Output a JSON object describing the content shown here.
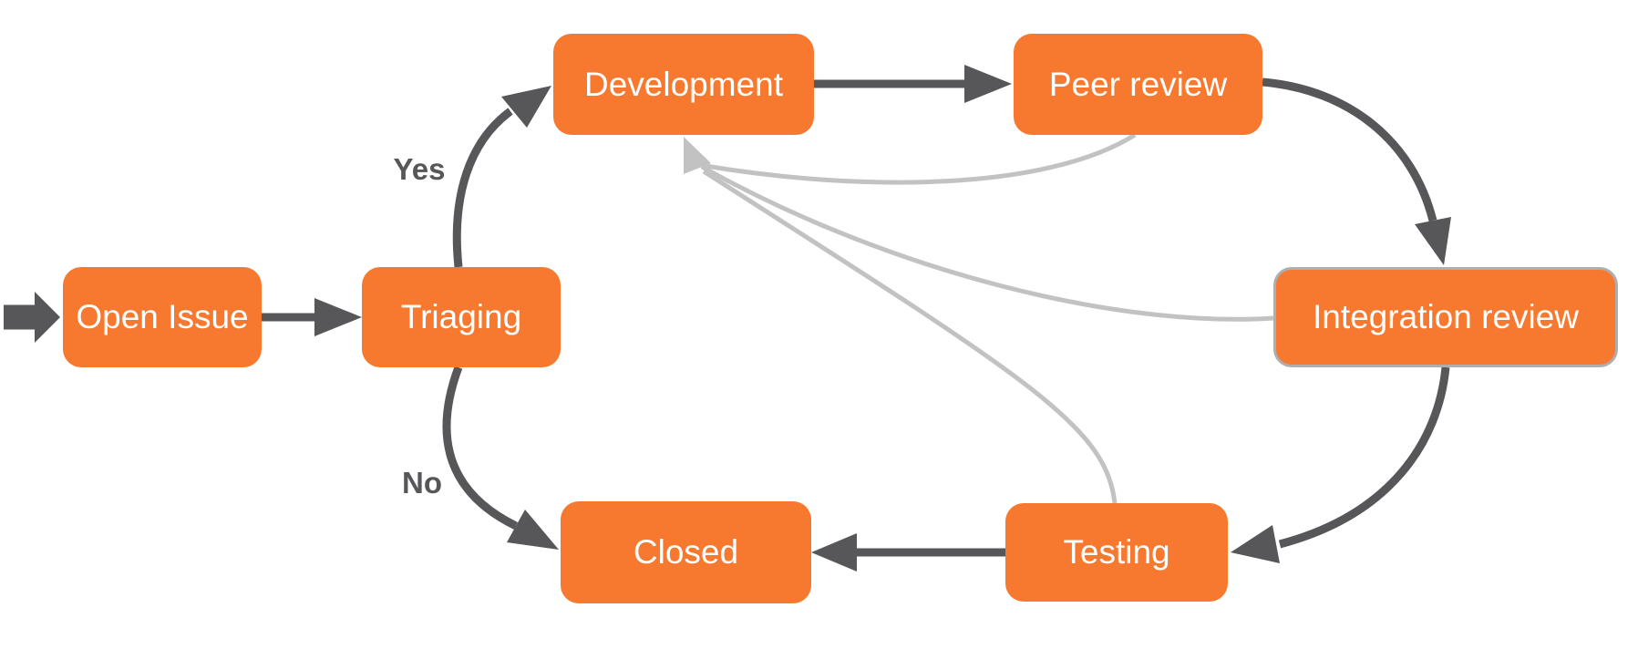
{
  "diagram": {
    "type": "flowchart",
    "background": "#ffffff",
    "colors": {
      "node_fill": "#F6792F",
      "node_text": "#FFFFFF",
      "primary_edge": "#57575A",
      "feedback_edge": "#C2C2C2",
      "selected_node_border": "#AEAEAE",
      "edge_label_text": "#57575A"
    },
    "nodes": {
      "open_issue": {
        "label": "Open Issue"
      },
      "triaging": {
        "label": "Triaging"
      },
      "development": {
        "label": "Development"
      },
      "peer_review": {
        "label": "Peer review"
      },
      "integration_review": {
        "label": "Integration review",
        "selected": true
      },
      "testing": {
        "label": "Testing"
      },
      "closed": {
        "label": "Closed"
      }
    },
    "edge_labels": {
      "yes": "Yes",
      "no": "No"
    },
    "edges": [
      {
        "from": "start",
        "to": "open_issue",
        "style": "primary"
      },
      {
        "from": "open_issue",
        "to": "triaging",
        "style": "primary"
      },
      {
        "from": "triaging",
        "to": "development",
        "style": "primary",
        "label": "Yes"
      },
      {
        "from": "triaging",
        "to": "closed",
        "style": "primary",
        "label": "No"
      },
      {
        "from": "development",
        "to": "peer_review",
        "style": "primary"
      },
      {
        "from": "peer_review",
        "to": "integration_review",
        "style": "primary"
      },
      {
        "from": "integration_review",
        "to": "testing",
        "style": "primary"
      },
      {
        "from": "testing",
        "to": "closed",
        "style": "primary"
      },
      {
        "from": "peer_review",
        "to": "development",
        "style": "feedback"
      },
      {
        "from": "integration_review",
        "to": "development",
        "style": "feedback"
      },
      {
        "from": "testing",
        "to": "development",
        "style": "feedback"
      }
    ]
  }
}
